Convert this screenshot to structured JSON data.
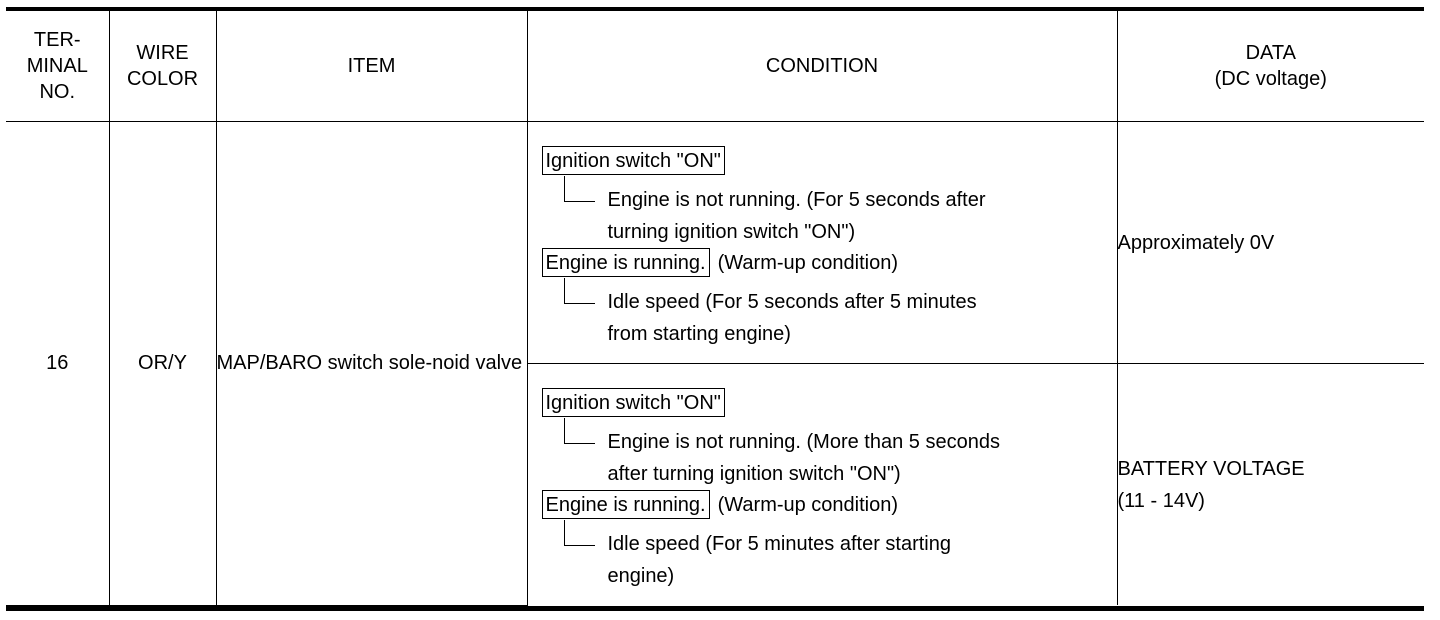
{
  "headers": {
    "terminal_no": [
      "TER-",
      "MINAL",
      "NO."
    ],
    "wire_color": [
      "WIRE",
      "COLOR"
    ],
    "item": "ITEM",
    "condition": "CONDITION",
    "data": [
      "DATA",
      "(DC voltage)"
    ]
  },
  "row": {
    "terminal": "16",
    "wire_color": "OR/Y",
    "item": "MAP/BARO switch sole-noid valve",
    "conditions": [
      {
        "box1": "Ignition switch \"ON\"",
        "sub1": [
          "Engine is not running. (For 5 seconds after",
          "turning ignition switch \"ON\")"
        ],
        "box2": "Engine is running.",
        "box2_after": "(Warm-up condition)",
        "sub2": [
          "Idle speed (For 5 seconds after 5 minutes",
          "from starting engine)"
        ],
        "data": [
          "Approximately 0V"
        ]
      },
      {
        "box1": "Ignition switch \"ON\"",
        "sub1": [
          "Engine is not running. (More than 5 seconds",
          "after turning ignition switch \"ON\")"
        ],
        "box2": "Engine is running.",
        "box2_after": "(Warm-up condition)",
        "sub2": [
          "Idle speed (For 5 minutes after starting",
          "engine)"
        ],
        "data": [
          "BATTERY VOLTAGE",
          "(11 - 14V)"
        ]
      }
    ]
  }
}
